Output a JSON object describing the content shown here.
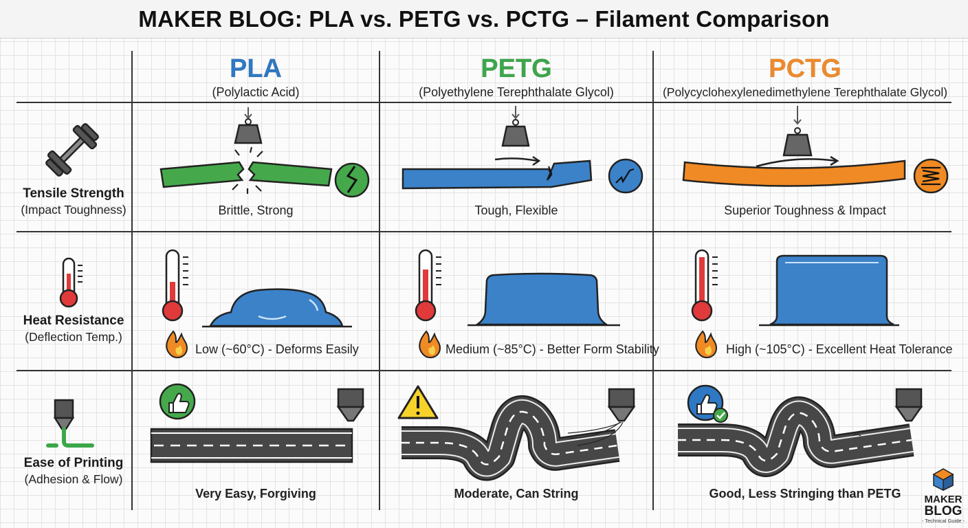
{
  "title": "MAKER BLOG: PLA vs. PETG vs. PCTG – Filament Comparison",
  "colors": {
    "pla": "#2f78c4",
    "petg": "#3ca64a",
    "pctg": "#ee8a2a",
    "blue_fill": "#3b82c9",
    "green_fill": "#45a94b",
    "orange_fill": "#f08a24"
  },
  "columns": [
    {
      "name": "PLA",
      "full": "(Polylactic Acid)"
    },
    {
      "name": "PETG",
      "full": "(Polyethylene Terephthalate Glycol)"
    },
    {
      "name": "PCTG",
      "full": "(Polycyclohexylenedimethylene Terephthalate Glycol)"
    }
  ],
  "rows": [
    {
      "label": "Tensile Strength",
      "sublabel": "(Impact Toughness)",
      "icon": "dumbbell-icon",
      "cells": [
        "Brittle, Strong",
        "Tough, Flexible",
        "Superior Toughness & Impact"
      ]
    },
    {
      "label": "Heat Resistance",
      "sublabel": "(Deflection Temp.)",
      "icon": "thermometer-icon",
      "cells": [
        "Low (~60°C) - Deforms Easily",
        "Medium (~85°C) - Better Form Stability",
        "High (~105°C) - Excellent Heat Tolerance"
      ]
    },
    {
      "label": "Ease of Printing",
      "sublabel": "(Adhesion & Flow)",
      "icon": "nozzle-icon",
      "cells": [
        "Very Easy, Forgiving",
        "Moderate, Can String",
        "Good, Less Stringing than PETG"
      ]
    }
  ],
  "logo": {
    "line1": "MAKER",
    "line2": "BLOG",
    "line3": "- Technical Guide -"
  }
}
